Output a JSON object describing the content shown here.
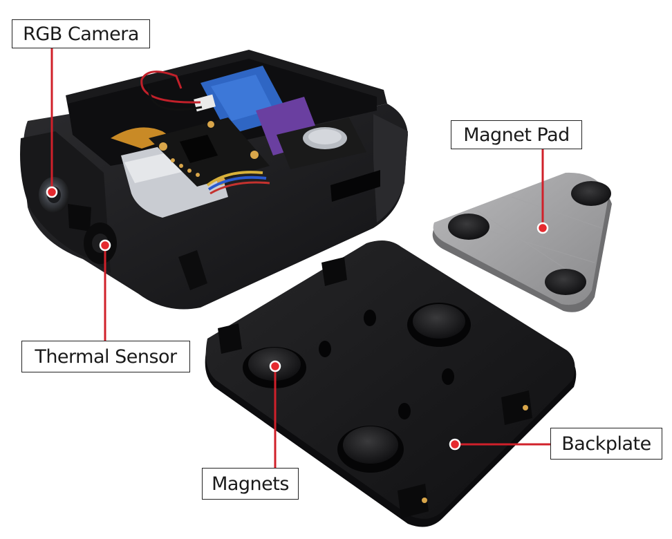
{
  "labels": {
    "rgb_camera": "RGB Camera",
    "magnet_pad": "Magnet Pad",
    "thermal_sensor": "Thermal Sensor",
    "backplate": "Backplate",
    "magnets": "Magnets"
  },
  "colors": {
    "callout_line": "#d0202a",
    "callout_dot": "#e52a2f",
    "enclosure": "#1c1c1e",
    "magnet_pad": "#9a9a9c",
    "pcb_blue": "#2f66c4",
    "pcb_purple": "#6a3fa0",
    "pcb_black": "#151515",
    "gold": "#d9a64a"
  }
}
